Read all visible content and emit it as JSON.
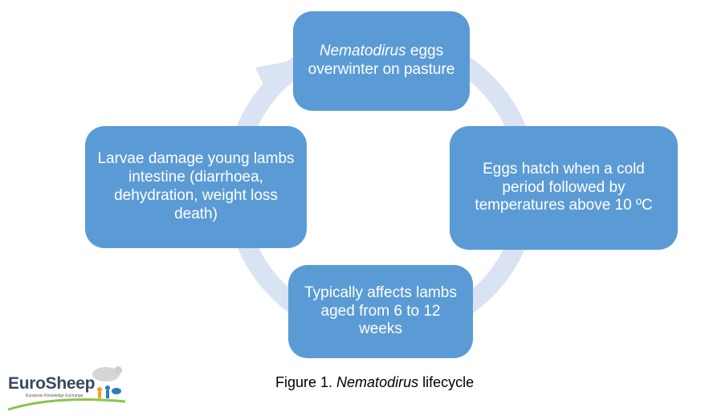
{
  "cycle": {
    "step_top": {
      "emphasis": "Nematodirus",
      "rest": " eggs overwinter on pasture"
    },
    "step_right": "Eggs hatch when a cold period followed by temperatures above 10 ºC",
    "step_bottom": "Typically affects lambs aged from 6 to 12 weeks",
    "step_left": "Larvae damage young lambs intestine (diarrhoea, dehydration, weight loss death)"
  },
  "caption": {
    "prefix": "Figure 1. ",
    "emphasis": "Nematodirus",
    "suffix": " lifecycle"
  },
  "logo": {
    "name": "EuroSheep",
    "tagline": "European  Knowledge  Exchange"
  },
  "colors": {
    "box_fill": "#5b9bd5",
    "ring": "#dae3f3",
    "text_on_box": "#ffffff"
  }
}
